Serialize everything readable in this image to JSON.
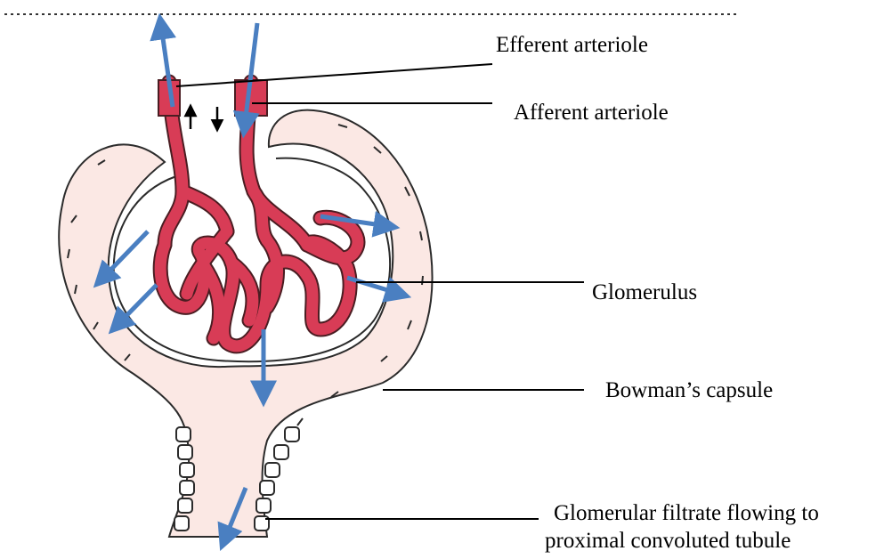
{
  "labels": {
    "efferent": "Efferent arteriole",
    "afferent": "Afferent arteriole",
    "glomerulus": "Glomerulus",
    "bowman": "Bowman’s capsule",
    "filtrate_line1": "Glomerular filtrate flowing to",
    "filtrate_line2": "proximal convoluted tubule"
  },
  "colors": {
    "vessel": "#d83c56",
    "vessel_outline": "#4a1d22",
    "capsule_fill": "#fbe8e4",
    "capsule_outline": "#2b2b2b",
    "arrow": "#4a7fc1",
    "leader_line": "#000000"
  },
  "icons": {
    "flow_arrow": "blue-flow-arrow",
    "small_direction_arrows": "up-down-arrow-icon"
  }
}
